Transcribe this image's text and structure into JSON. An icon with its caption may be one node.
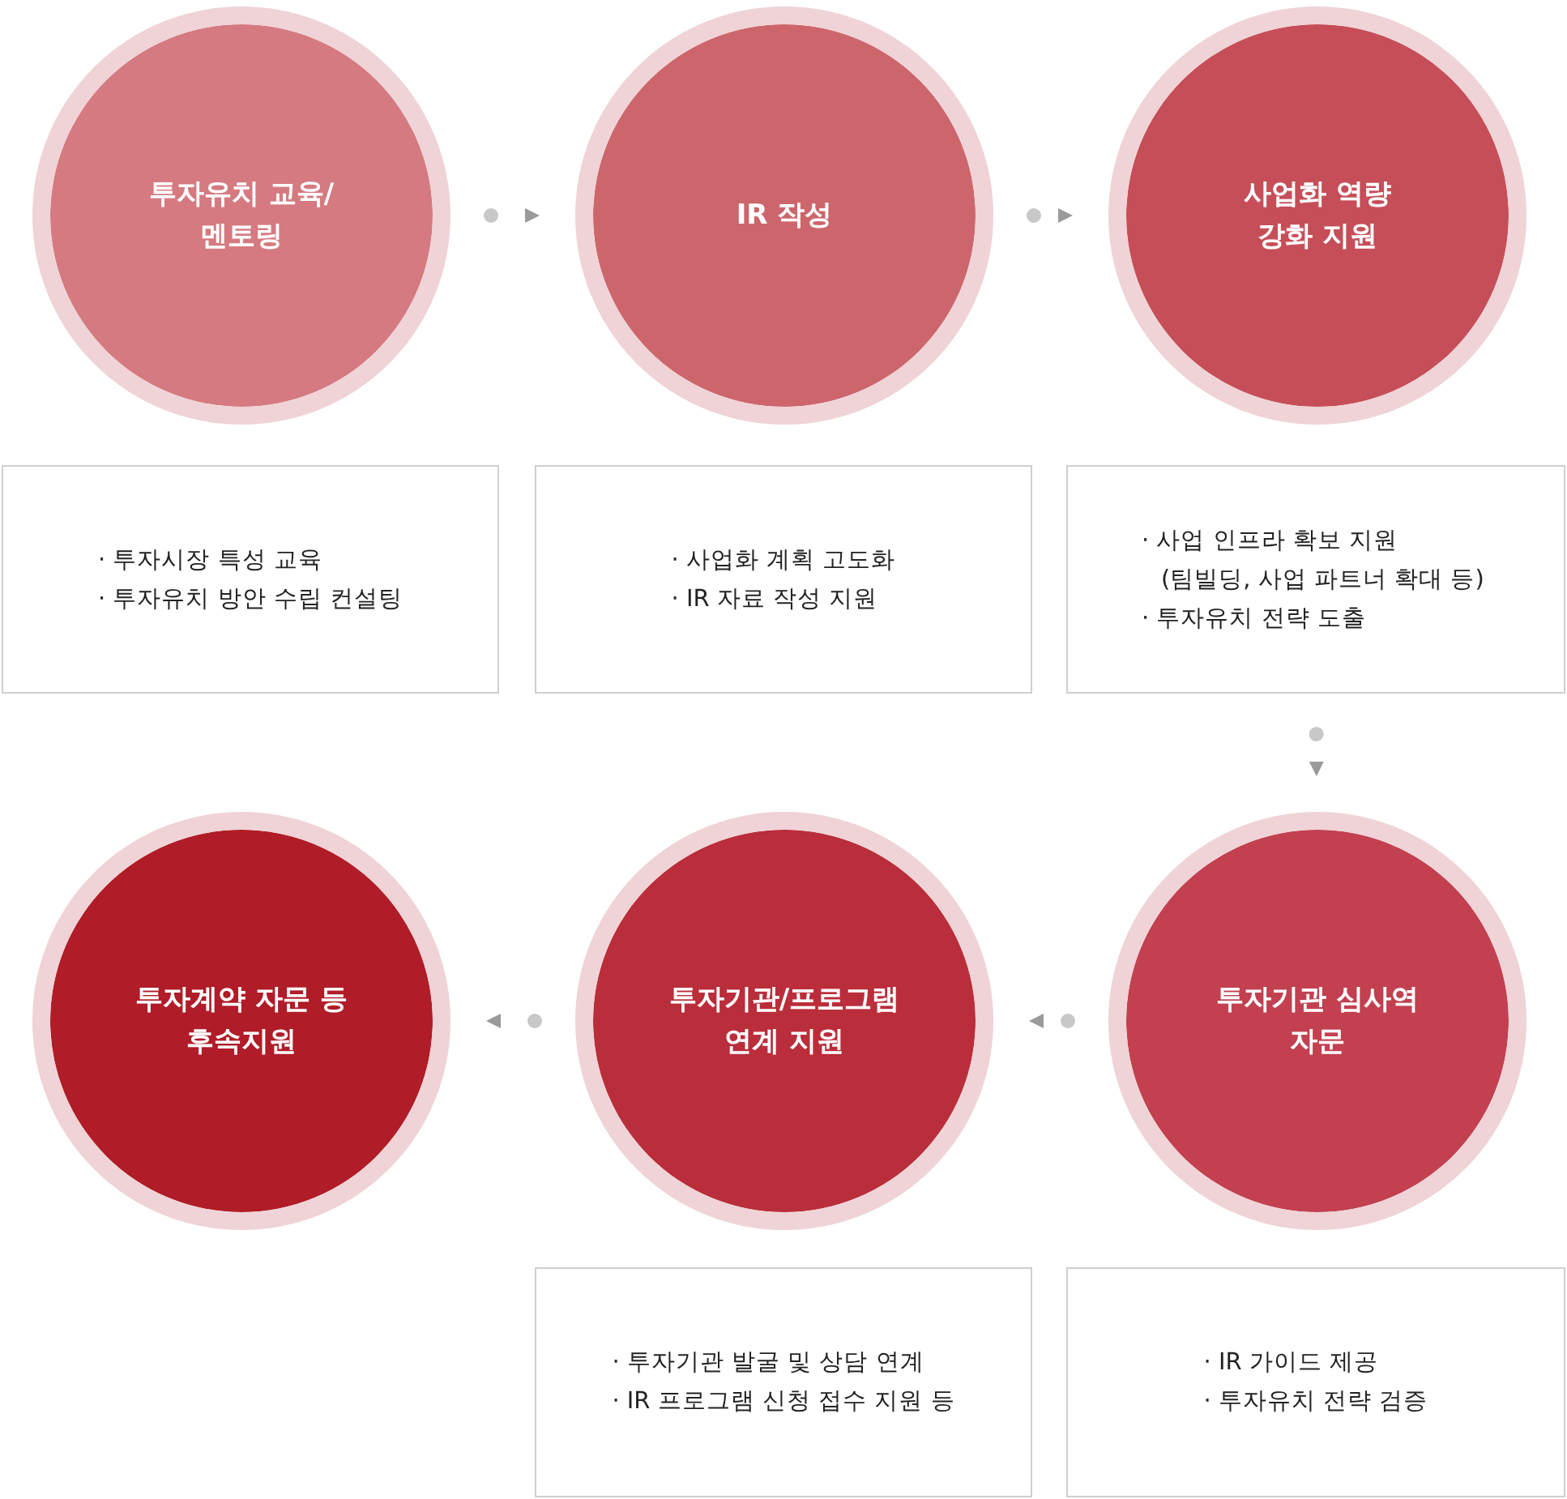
{
  "diagram": {
    "nodes": [
      {
        "text": [
          "투자유치 교육/ 멘토링"
        ]
      },
      {
        "text": [
          "IR 작성"
        ]
      },
      {
        "text": [
          "사업화 역량 강화 지원"
        ]
      },
      {
        "text": [
          "· 투자시장 특성 교육",
          "· 투자유치 방안 수립 컨설팅"
        ]
      },
      {
        "text": [
          "· 사업화 계획 고도화",
          "· IR 자료 작성 지원"
        ]
      },
      {
        "text": [
          "· 사업 인프라 확보 지원 (팀빌딩, 사업 파트너 확대 등)",
          "· 투자유치 전략 도출"
        ]
      },
      {
        "text": [
          "투자계약 자문 등 후속지원"
        ]
      },
      {
        "text": [
          "투자기관/프로그램 연계 지원"
        ]
      },
      {
        "text": [
          "투자기관 심사역 자문"
        ]
      },
      {
        "text": [
          "· 투자기관 발굴 및 상담 연계",
          "· IR 프로그램 신청 접수 지원 등"
        ]
      },
      {
        "text": [
          "· IR 가이드 제공",
          "· 투자유치 전략 검증"
        ]
      }
    ],
    "edges": [
      {
        "from": 0,
        "to": 1,
        "arrow": "to"
      },
      {
        "from": 1,
        "to": 2,
        "arrow": "to"
      },
      {
        "from": 5,
        "to": 8,
        "arrow": "to"
      },
      {
        "from": 8,
        "to": 7,
        "arrow": "to"
      },
      {
        "from": 7,
        "to": 6,
        "arrow": "to"
      }
    ]
  }
}
